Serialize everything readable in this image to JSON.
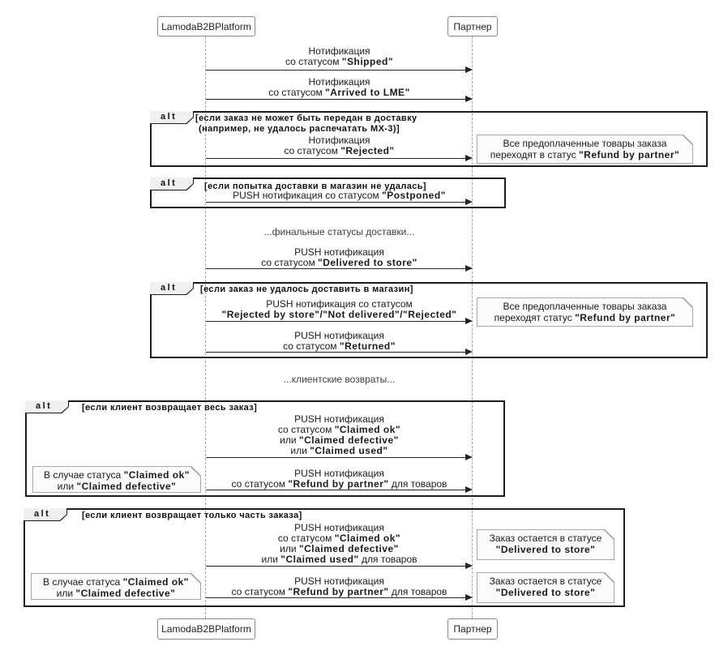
{
  "colors": {
    "frame_border": "#1d1d1d",
    "note_background": "#fbfbfb",
    "note_border": "#a8a8a8",
    "lifeline": "#a8a8a8",
    "arrow": "#242424"
  },
  "participants": {
    "platform": "LamodaB2BPlatform",
    "partner": "Партнер"
  },
  "alt_label": "alt",
  "frames": [
    {
      "guard_lines": [
        "[если заказ не может быть передан в доставку",
        "(например, не удалось распечатать МХ-3)]"
      ]
    },
    {
      "guard_lines": [
        "[если попытка доставки в магазин не удалась]"
      ]
    },
    {
      "guard_lines": [
        "[если заказ не удалось доставить в магазин]"
      ]
    },
    {
      "guard_lines": [
        "[если клиент возвращает весь заказ]"
      ]
    },
    {
      "guard_lines": [
        "[если клиент возвращает только часть заказа]"
      ]
    }
  ],
  "dividers": [
    "...финальные статусы доставки...",
    "...клиентские возвраты..."
  ],
  "messages": [
    {
      "lines": [
        [
          {
            "t": "Нотификация"
          }
        ],
        [
          {
            "t": "со статусом "
          },
          {
            "t": "\"Shipped\"",
            "b": true
          }
        ]
      ]
    },
    {
      "lines": [
        [
          {
            "t": "Нотификация"
          }
        ],
        [
          {
            "t": "со статусом "
          },
          {
            "t": "\"Arrived to LME\"",
            "b": true
          }
        ]
      ]
    },
    {
      "lines": [
        [
          {
            "t": "Нотификация"
          }
        ],
        [
          {
            "t": "со статусом "
          },
          {
            "t": "\"Rejected\"",
            "b": true
          }
        ]
      ]
    },
    {
      "lines": [
        [
          {
            "t": "PUSH нотификация со статусом "
          },
          {
            "t": "\"Postponed\"",
            "b": true
          }
        ]
      ]
    },
    {
      "lines": [
        [
          {
            "t": "PUSH нотификация"
          }
        ],
        [
          {
            "t": "со статусом "
          },
          {
            "t": "\"Delivered to store\"",
            "b": true
          }
        ]
      ]
    },
    {
      "lines": [
        [
          {
            "t": "PUSH нотификация со статусом"
          }
        ],
        [
          {
            "t": "\"Rejected by store\"/\"Not delivered\"/\"Rejected\"",
            "b": true
          }
        ]
      ]
    },
    {
      "lines": [
        [
          {
            "t": "PUSH нотификация"
          }
        ],
        [
          {
            "t": "со статусом "
          },
          {
            "t": "\"Returned\"",
            "b": true
          }
        ]
      ]
    },
    {
      "lines": [
        [
          {
            "t": "PUSH нотификация"
          }
        ],
        [
          {
            "t": "со статусом "
          },
          {
            "t": "\"Claimed ok\"",
            "b": true
          }
        ],
        [
          {
            "t": "или "
          },
          {
            "t": "\"Claimed defective\"",
            "b": true
          }
        ],
        [
          {
            "t": "или "
          },
          {
            "t": "\"Claimed used\"",
            "b": true
          }
        ]
      ]
    },
    {
      "lines": [
        [
          {
            "t": "PUSH нотификация"
          }
        ],
        [
          {
            "t": "со статусом "
          },
          {
            "t": "\"Refund by partner\"",
            "b": true
          },
          {
            "t": " для товаров"
          }
        ]
      ]
    },
    {
      "lines": [
        [
          {
            "t": "PUSH нотификация"
          }
        ],
        [
          {
            "t": "со статусом "
          },
          {
            "t": "\"Claimed ok\"",
            "b": true
          }
        ],
        [
          {
            "t": "или "
          },
          {
            "t": "\"Claimed defective\"",
            "b": true
          }
        ],
        [
          {
            "t": "или "
          },
          {
            "t": "\"Claimed used\"",
            "b": true
          },
          {
            "t": " для товаров"
          }
        ]
      ]
    },
    {
      "lines": [
        [
          {
            "t": "PUSH нотификация"
          }
        ],
        [
          {
            "t": "со статусом "
          },
          {
            "t": "\"Refund by partner\"",
            "b": true
          },
          {
            "t": " для товаров"
          }
        ]
      ]
    }
  ],
  "notes": [
    {
      "lines": [
        [
          {
            "t": "Все предоплаченные товары заказа"
          }
        ],
        [
          {
            "t": "переходят в статус "
          },
          {
            "t": "\"Refund by partner\"",
            "b": true
          }
        ]
      ]
    },
    {
      "lines": [
        [
          {
            "t": "Все предоплаченные товары заказа"
          }
        ],
        [
          {
            "t": "переходят статус "
          },
          {
            "t": "\"Refund by partner\"",
            "b": true
          }
        ]
      ]
    },
    {
      "lines": [
        [
          {
            "t": "В случае статуса "
          },
          {
            "t": "\"Claimed ok\"",
            "b": true
          }
        ],
        [
          {
            "t": "или "
          },
          {
            "t": "\"Claimed defective\"",
            "b": true
          }
        ]
      ]
    },
    {
      "lines": [
        [
          {
            "t": "Заказ остается в статусе"
          }
        ],
        [
          {
            "t": "\"Delivered to store\"",
            "b": true
          }
        ]
      ]
    },
    {
      "lines": [
        [
          {
            "t": "В случае статуса "
          },
          {
            "t": "\"Claimed ok\"",
            "b": true
          }
        ],
        [
          {
            "t": "или "
          },
          {
            "t": "\"Claimed defective\"",
            "b": true
          }
        ]
      ]
    },
    {
      "lines": [
        [
          {
            "t": "Заказ остается в статусе"
          }
        ],
        [
          {
            "t": "\"Delivered to store\"",
            "b": true
          }
        ]
      ]
    }
  ]
}
